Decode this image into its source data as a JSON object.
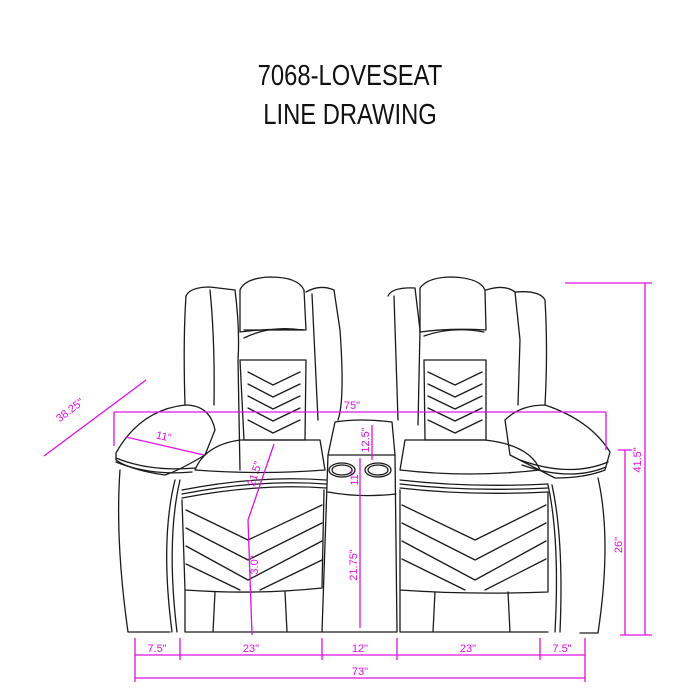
{
  "title": {
    "line1": "7068-LOVESEAT",
    "line2": "LINE DRAWING"
  },
  "colors": {
    "dimension": "#e010e0",
    "drawing": "#1a1a1a",
    "background": "#ffffff"
  },
  "dimensions": {
    "overall_width_top": "75\"",
    "depth": "38.25\"",
    "arm_width": "11\"",
    "console_top_depth": "12.5\"",
    "cupholder_height": "11\"",
    "seat_depth": "21.5\"",
    "seat_front": "3.0\"",
    "console_height": "21.75\"",
    "overall_height": "41.5\"",
    "arm_height": "26\"",
    "bottom": [
      "7.5\"",
      "23\"",
      "12\"",
      "23\"",
      "7.5\""
    ],
    "overall_width_bottom": "73\""
  }
}
